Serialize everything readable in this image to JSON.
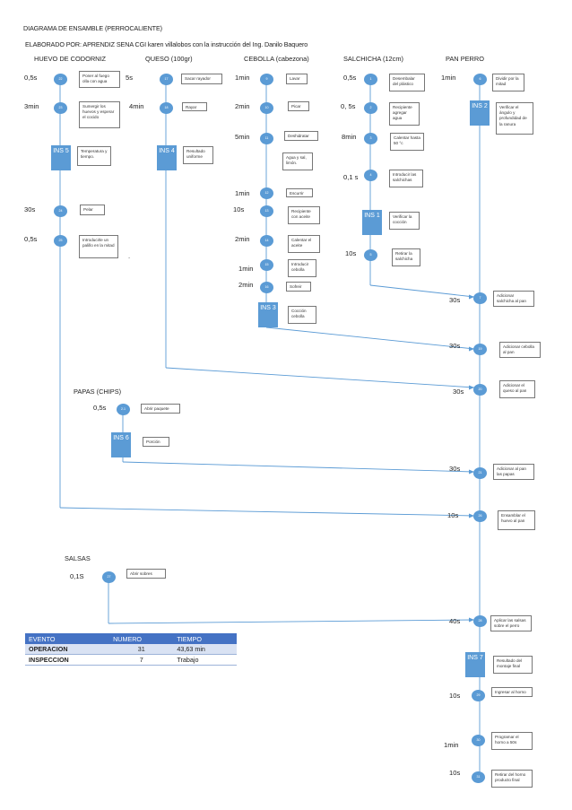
{
  "header": {
    "title": "DIAGRAMA DE ENSAMBLE (PERROCALIENTE)",
    "author": "ELABORADO  POR: APRENDIZ SENA CGI karen villalobos con la instrucción del Ing. Danilo Baquero"
  },
  "columns": {
    "huevo": "HUEVO DE CODORNIZ",
    "queso": "QUESO (100gr)",
    "cebolla": "CEBOLLA (cabezona)",
    "salchicha": "SALCHICHA (12cm)",
    "pan": "PAN PERRO",
    "papas": "PAPAS (CHIPS)",
    "salsas": "SALSAS"
  },
  "huevo": [
    {
      "time": "0,5s",
      "num": "22",
      "text": "Poner al fuego olla con agua"
    },
    {
      "time": "3min",
      "num": "23",
      "text": "Sumergir los huevos y esperar el cocido"
    },
    {
      "ins": "INS 5",
      "text": "Temperatura y tiempo."
    },
    {
      "time": "30s",
      "num": "24",
      "text": "Pelar"
    },
    {
      "time": "0,5s",
      "num": "25",
      "text": "Introducirle un palillo en la mitad"
    }
  ],
  "queso": [
    {
      "time": "5s",
      "num": "17",
      "text": "Sacar rayador"
    },
    {
      "time": "4min",
      "num": "18",
      "text": "Rayar"
    },
    {
      "ins": "INS 4",
      "text": "Resultado uniforme"
    }
  ],
  "cebolla": [
    {
      "time": "1min",
      "num": "9",
      "text": "Lavar"
    },
    {
      "time": "2min",
      "num": "10",
      "text": "Picar"
    },
    {
      "time": "5min",
      "num": "11",
      "text": "Deshidratar"
    },
    {
      "note": "Agua y sal, limón."
    },
    {
      "time": "1min",
      "num": "12",
      "text": "Escurrir"
    },
    {
      "time": "10s",
      "num": "13",
      "text": "Recipiente con aceite"
    },
    {
      "time": "2min",
      "num": "14",
      "text": "Calentar el aceite"
    },
    {
      "time": "1min",
      "num": "15",
      "text": "Introducir cebolla"
    },
    {
      "time": "2min",
      "num": "16",
      "text": "Sofreir"
    },
    {
      "ins": "INS 3",
      "text": "Cocción cebolla"
    }
  ],
  "salchicha": [
    {
      "time": "0,5s",
      "num": "1",
      "text": "Desembalar del plástico"
    },
    {
      "time": "0, 5s",
      "num": "2",
      "text": "Recipiente agregar agua"
    },
    {
      "time": "8min",
      "num": "3",
      "text": "Calentar hasta 50 °c"
    },
    {
      "time": "0,1 s",
      "num": "4",
      "text": "Introducir las salchichas"
    },
    {
      "ins": "INS 1",
      "text": "Verificar la cocción"
    },
    {
      "time": "10s",
      "num": "5",
      "text": "Retirar la salchicha"
    }
  ],
  "pan": [
    {
      "time": "1min",
      "num": "6",
      "text": "Dividir por la mitad"
    },
    {
      "ins": "INS 2",
      "text": "Verificar el ángulo y profundidad de la ranura"
    },
    {
      "time": "30s",
      "num": "7",
      "text": "Adicionar salchicha al pan"
    },
    {
      "time": "30s",
      "num": "19",
      "text": "Adicionar cebolla al pan"
    },
    {
      "time": "30s",
      "num": "20",
      "text": "Adicionar el queso al pan"
    },
    {
      "time": "30s",
      "num": "21",
      "text": "Adicionar al pan las papas"
    },
    {
      "time": "10s",
      "num": "26",
      "text": "Ensamblar el huevo al pan"
    },
    {
      "time": "40s",
      "num": "28",
      "text": "Aplicar las salsas sobre el perro"
    },
    {
      "ins": "INS 7",
      "text": "Resultado del montaje final"
    },
    {
      "time": "10s",
      "num": "29",
      "text": "Ingresar al horno"
    },
    {
      "time": "1min",
      "num": "30",
      "text": "Programar el horno a 50s"
    },
    {
      "time": "10s",
      "num": "31",
      "text": "Retirar del horno producto final"
    }
  ],
  "papas": [
    {
      "time": "0,5s",
      "num": "2.1",
      "text": "Abrir paquete"
    },
    {
      "ins": "INS 6",
      "text": "Porción"
    }
  ],
  "salsas": [
    {
      "time": "0,1S",
      "num": "27",
      "text": "Abrir sobres"
    }
  ],
  "summary": {
    "headers": [
      "EVENTO",
      "NUMERO",
      "TIEMPO"
    ],
    "rows": [
      [
        "OPERACION",
        "31",
        "43,63 min"
      ],
      [
        "INSPECCION",
        "7",
        "Trabajo"
      ]
    ]
  },
  "stray_mark": "."
}
